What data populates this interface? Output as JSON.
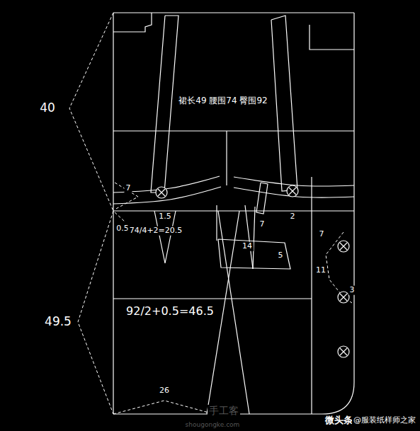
{
  "diagram": {
    "labels": [
      "40",
      "裙长49 腰围74 臀围92",
      "7",
      "0.5",
      "1.5",
      "74/4+2=20.5",
      "7",
      "2",
      "7",
      "14",
      "5",
      "11",
      "3",
      "92/2+0.5=46.5",
      "49.5",
      "26",
      "手工客",
      "shougongke.com",
      "微头条",
      "@服装纸样师之家"
    ]
  }
}
